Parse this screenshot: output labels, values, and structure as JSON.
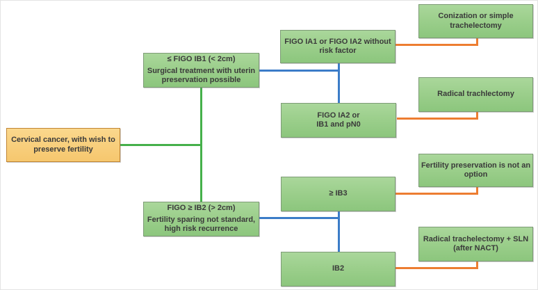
{
  "nodes": {
    "root": {
      "text": "Cervical cancer, with wish to\npreserve fertility"
    },
    "cond_small": {
      "line1": "≤ FIGO IB1 (< 2cm)",
      "line2": "Surgical treatment with uterin\npreservation possible"
    },
    "cond_large": {
      "line1": "FIGO ≥ IB2 (> 2cm)",
      "line2": "Fertility sparing not standard,\nhigh risk recurrence"
    },
    "stage_ia1_ia2_no_risk": {
      "text": "FIGO IA1 or FIGO IA2 without\nrisk factor"
    },
    "stage_ia2_ib1_pn0": {
      "text": "FIGO IA2 or\nIB1 and pN0"
    },
    "stage_ge_ib3": {
      "text": "≥ IB3"
    },
    "stage_ib2": {
      "text": "IB2"
    },
    "tx_conization": {
      "text": "Conization or simple\ntrachelectomy"
    },
    "tx_radical_trachelectomy": {
      "text": "Radical trachlectomy"
    },
    "tx_not_an_option": {
      "text": "Fertility preservation is not an\noption"
    },
    "tx_radical_sln_nact": {
      "text": "Radical trachelectomy + SLN\n(after NACT)"
    }
  },
  "colors": {
    "green_node_top": "#AAD79B",
    "green_node_bottom": "#8CC67D",
    "green_node_border": "#7D9B76",
    "orange_node_top": "#FBD88D",
    "orange_node_bottom": "#F6C76E",
    "orange_node_border": "#C08432",
    "connector_green": "#45B04A",
    "connector_blue": "#3B7CC8",
    "connector_orange": "#ED7D31",
    "text": "#3A3A3A",
    "background": "#FFFFFF"
  }
}
